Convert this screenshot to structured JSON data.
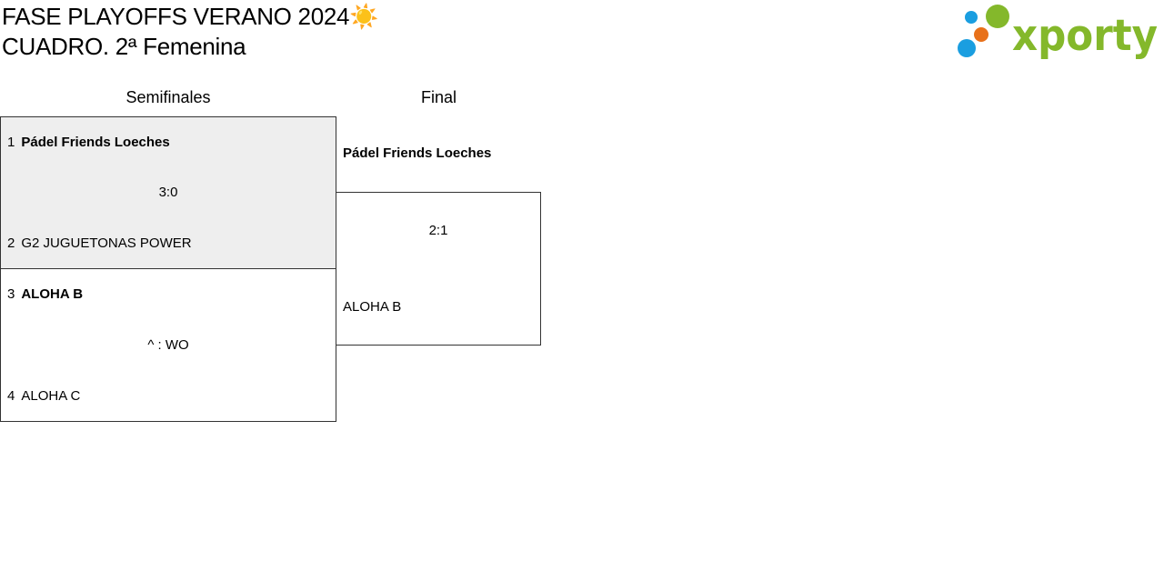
{
  "title": {
    "line1": "FASE PLAYOFFS VERANO 2024☀️",
    "line2": "CUADRO. 2ª Femenina"
  },
  "logo": {
    "text": "xporty",
    "colors": {
      "text": "#84b82b",
      "dot_green": "#84b82b",
      "dot_orange": "#e8711a",
      "dot_blue": "#1a9ee0"
    }
  },
  "rounds": {
    "semifinals": "Semifinales",
    "final": "Final"
  },
  "semifinals": [
    {
      "score": "3:0",
      "top": {
        "seed": "1",
        "team": "Pádel Friends Loeches"
      },
      "bottom": {
        "seed": "2",
        "team": "G2 JUGUETONAS POWER"
      }
    },
    {
      "score": "^ : WO",
      "top": {
        "seed": "3",
        "team": "ALOHA B"
      },
      "bottom": {
        "seed": "4",
        "team": "ALOHA C"
      }
    }
  ],
  "final": {
    "score": "2:1",
    "top": "Pádel Friends Loeches",
    "bottom": "ALOHA B"
  },
  "colors": {
    "shaded_match": "#eeeeee",
    "border": "#333333"
  }
}
